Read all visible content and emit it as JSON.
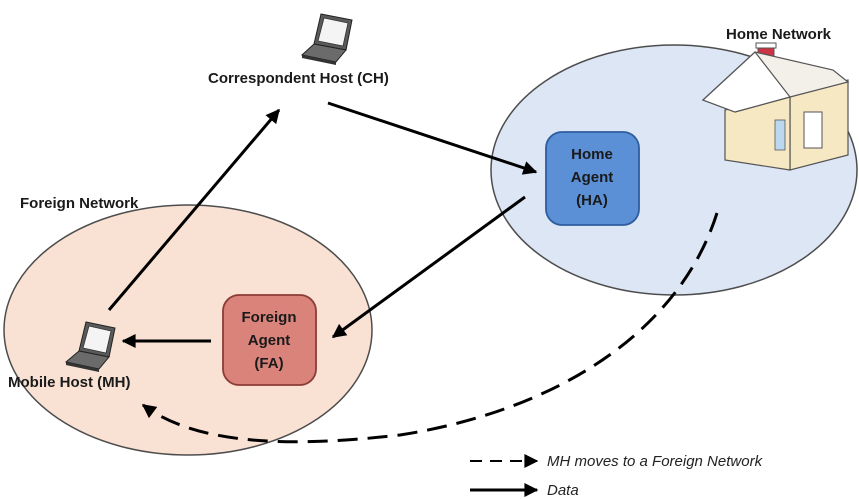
{
  "networks": {
    "home": {
      "label": "Home Network",
      "fill": "#dce6f4",
      "stroke": "#4d4d4d"
    },
    "foreign": {
      "label": "Foreign Network",
      "fill": "#f9e2d4",
      "stroke": "#4d4d4d"
    }
  },
  "hosts": {
    "correspondent": {
      "label": "Correspondent Host (CH)",
      "icon": "laptop-icon"
    },
    "mobile": {
      "label": "Mobile Host (MH)",
      "icon": "laptop-icon"
    }
  },
  "agents": {
    "home": {
      "lines": [
        "Home",
        "Agent",
        "(HA)"
      ],
      "fill": "#5b8fd6",
      "stroke": "#2e5c9e"
    },
    "foreign": {
      "lines": [
        "Foreign",
        "Agent",
        "(FA)"
      ],
      "fill": "#d9837b",
      "stroke": "#8c3b35"
    }
  },
  "house": {
    "icon": "house-icon",
    "wall": "#f6e8c3",
    "roof": "#f3f0ea",
    "chimney": "#cc3344"
  },
  "legend": {
    "move": {
      "label": "MH moves to a Foreign Network",
      "style": "dashed"
    },
    "data": {
      "label": "Data",
      "style": "solid"
    }
  },
  "colors": {
    "arrow": "#000000"
  }
}
